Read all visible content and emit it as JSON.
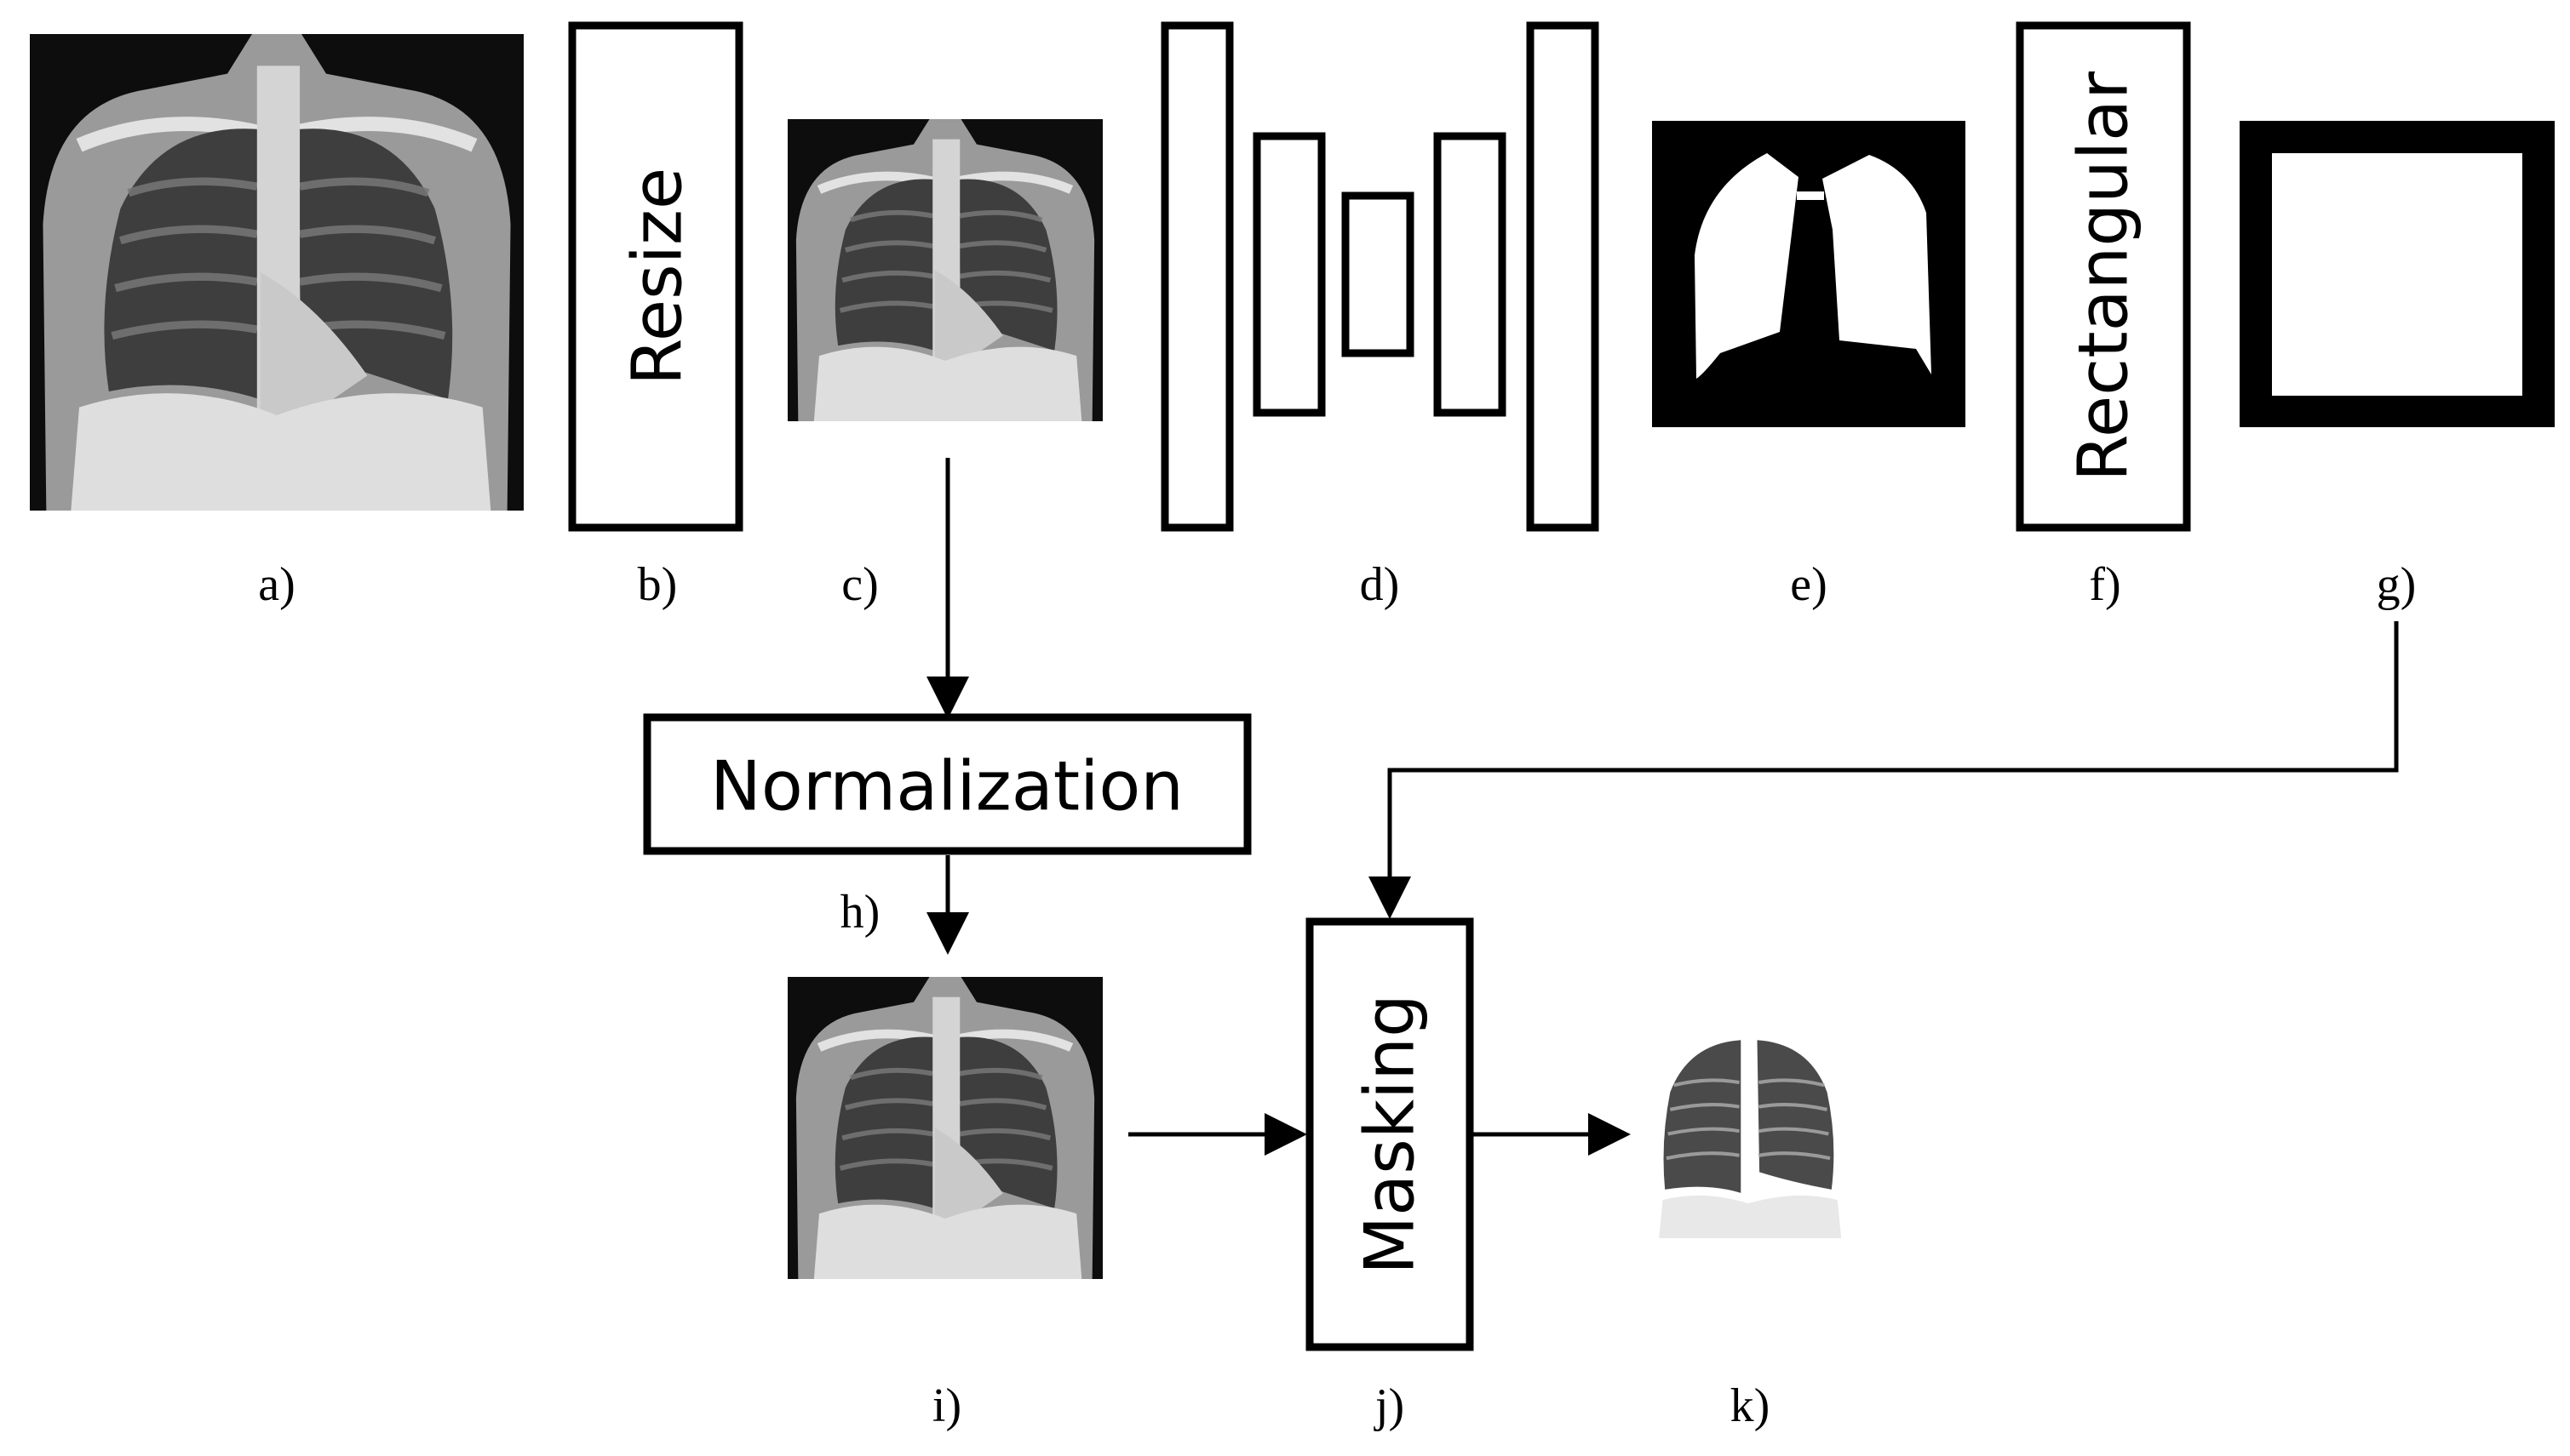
{
  "steps": {
    "resize": "Resize",
    "rectangular": "Rectangular",
    "normalization": "Normalization",
    "masking": "Masking"
  },
  "labels": {
    "a": "a)",
    "b": "b)",
    "c": "c)",
    "d": "d)",
    "e": "e)",
    "f": "f)",
    "g": "g)",
    "h": "h)",
    "i": "i)",
    "j": "j)",
    "k": "k)"
  },
  "images": {
    "a": "chest-xray-original",
    "c": "chest-xray-resized",
    "e": "lung-segmentation-mask",
    "g": "rectangular-mask",
    "i": "chest-xray-normalized",
    "k": "chest-xray-masked-output"
  },
  "colors": {
    "stroke": "#000000",
    "background": "#ffffff"
  }
}
